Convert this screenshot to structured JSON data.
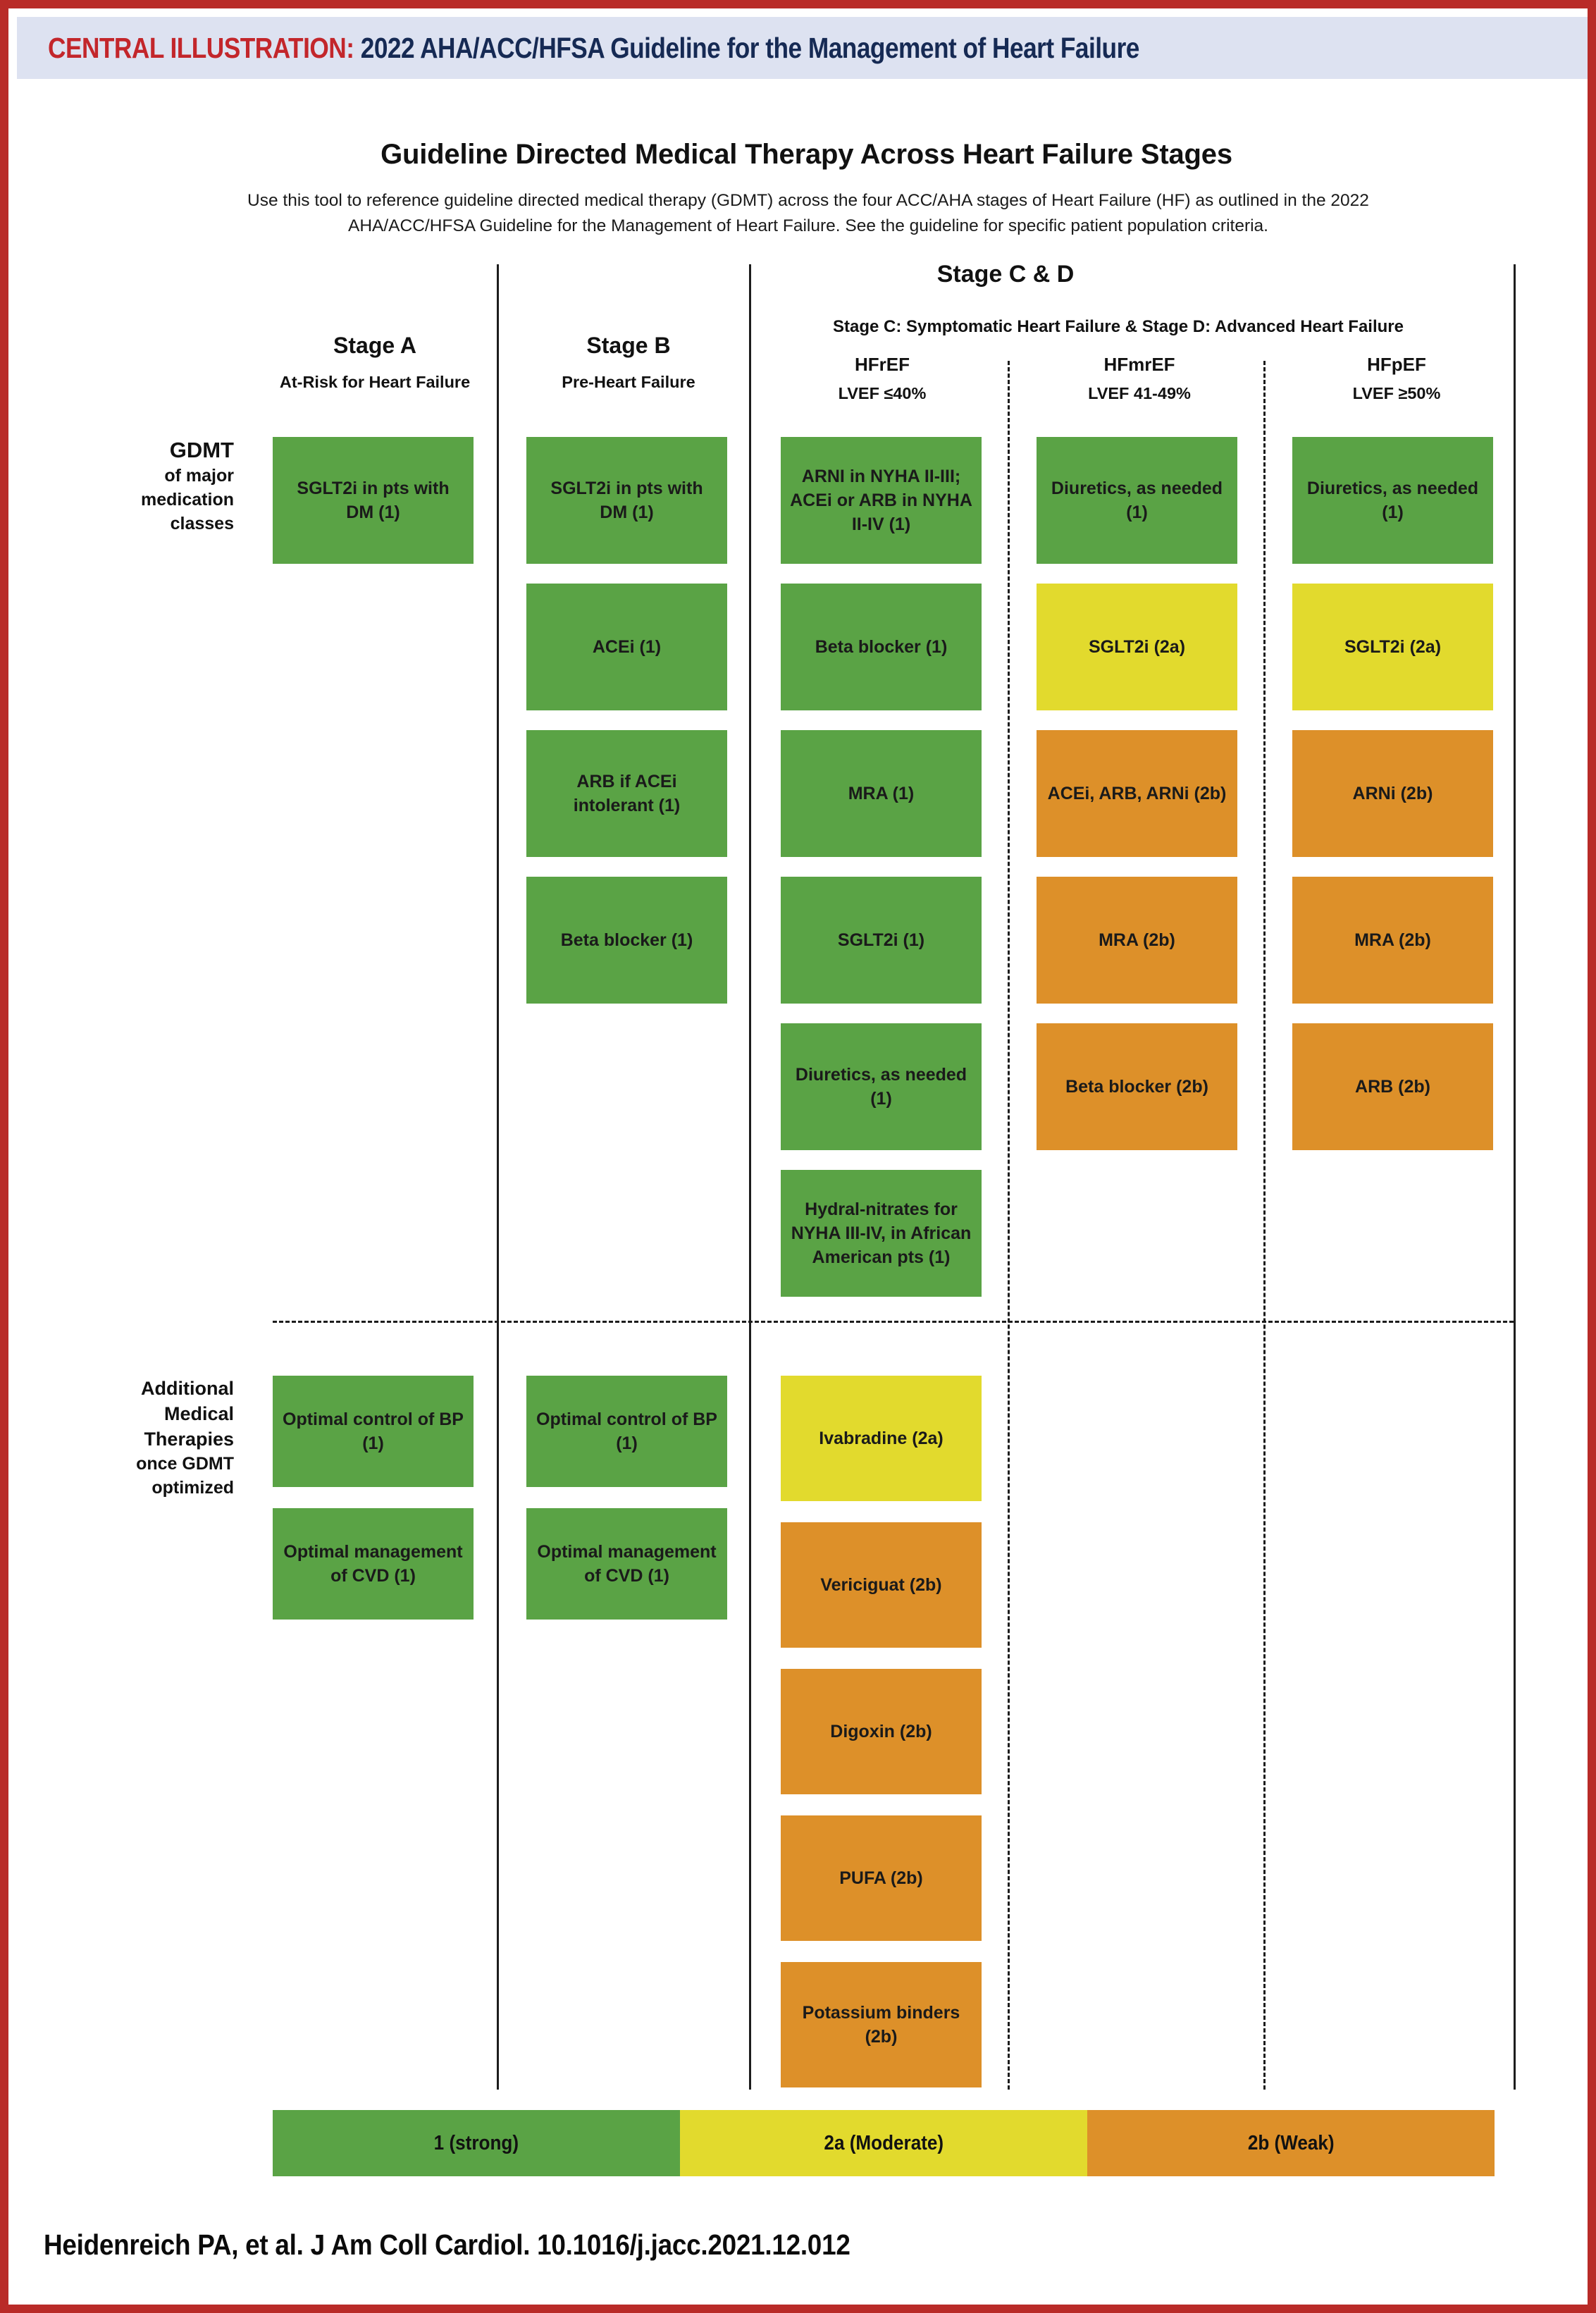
{
  "header": {
    "eyebrow": "CENTRAL ILLUSTRATION:",
    "title": "2022 AHA/ACC/HFSA Guideline for the Management of Heart Failure",
    "band_color": "#dde2f1",
    "eyebrow_color": "#c3262b",
    "title_color": "#162a54",
    "border_color": "#b92b28"
  },
  "main": {
    "title": "Guideline Directed Medical Therapy Across Heart Failure Stages",
    "description_line1": "Use this tool to reference guideline directed medical therapy (GDMT) across the four ACC/AHA stages of Heart Failure (HF) as outlined in the 2022",
    "description_line2": "AHA/ACC/HFSA Guideline for the Management of Heart Failure. See the guideline for specific patient population criteria."
  },
  "columns": {
    "stage_a": {
      "name": "Stage A",
      "sub": "At-Risk for Heart Failure"
    },
    "stage_b": {
      "name": "Stage B",
      "sub": "Pre-Heart Failure"
    },
    "stage_cd": {
      "name": "Stage C & D",
      "sub": "Stage C: Symptomatic Heart Failure & Stage D: Advanced Heart Failure",
      "hfref": {
        "name": "HFrEF",
        "sub": "LVEF ≤40%"
      },
      "hfmref": {
        "name": "HFmrEF",
        "sub": "LVEF 41-49%"
      },
      "hfpef": {
        "name": "HFpEF",
        "sub": "LVEF ≥50%"
      }
    }
  },
  "row_labels": {
    "gdmt": {
      "line1": "GDMT",
      "line2": "of major",
      "line3": "medication",
      "line4": "classes"
    },
    "additional": {
      "line1": "Additional",
      "line2": "Medical",
      "line3": "Therapies",
      "line4": "once GDMT",
      "line5": "optimized"
    }
  },
  "gdmt_rows": {
    "stage_a": [
      {
        "label": "SGLT2i in pts with DM (1)",
        "cor": "1",
        "color": "#5aa345"
      }
    ],
    "stage_b": [
      {
        "label": "SGLT2i in pts with DM (1)",
        "cor": "1",
        "color": "#5aa345"
      },
      {
        "label": "ACEi (1)",
        "cor": "1",
        "color": "#5aa345"
      },
      {
        "label": "ARB if ACEi intolerant (1)",
        "cor": "1",
        "color": "#5aa345"
      },
      {
        "label": "Beta blocker (1)",
        "cor": "1",
        "color": "#5aa345"
      }
    ],
    "hfref": [
      {
        "label": "ARNI in NYHA II-III; ACEi or ARB in NYHA II-IV (1)",
        "cor": "1",
        "color": "#5aa345"
      },
      {
        "label": "Beta blocker (1)",
        "cor": "1",
        "color": "#5aa345"
      },
      {
        "label": "MRA (1)",
        "cor": "1",
        "color": "#5aa345"
      },
      {
        "label": "SGLT2i (1)",
        "cor": "1",
        "color": "#5aa345"
      },
      {
        "label": "Diuretics, as needed (1)",
        "cor": "1",
        "color": "#5aa345"
      },
      {
        "label": "Hydral-nitrates for NYHA III-IV, in African American pts (1)",
        "cor": "1",
        "color": "#5aa345"
      }
    ],
    "hfmref": [
      {
        "label": "Diuretics, as needed (1)",
        "cor": "1",
        "color": "#5aa345"
      },
      {
        "label": "SGLT2i (2a)",
        "cor": "2a",
        "color": "#e2da2d"
      },
      {
        "label": "ACEi, ARB, ARNi (2b)",
        "cor": "2b",
        "color": "#dd9029"
      },
      {
        "label": "MRA (2b)",
        "cor": "2b",
        "color": "#dd9029"
      },
      {
        "label": "Beta blocker (2b)",
        "cor": "2b",
        "color": "#dd9029"
      }
    ],
    "hfpef": [
      {
        "label": "Diuretics, as needed (1)",
        "cor": "1",
        "color": "#5aa345"
      },
      {
        "label": "SGLT2i (2a)",
        "cor": "2a",
        "color": "#e2da2d"
      },
      {
        "label": "ARNi (2b)",
        "cor": "2b",
        "color": "#dd9029"
      },
      {
        "label": "MRA (2b)",
        "cor": "2b",
        "color": "#dd9029"
      },
      {
        "label": "ARB (2b)",
        "cor": "2b",
        "color": "#dd9029"
      }
    ]
  },
  "additional_rows": {
    "stage_a": [
      {
        "label": "Optimal control of BP (1)",
        "cor": "1",
        "color": "#5aa345"
      },
      {
        "label": "Optimal management of CVD (1)",
        "cor": "1",
        "color": "#5aa345"
      }
    ],
    "stage_b": [
      {
        "label": "Optimal control of BP (1)",
        "cor": "1",
        "color": "#5aa345"
      },
      {
        "label": "Optimal management of CVD (1)",
        "cor": "1",
        "color": "#5aa345"
      }
    ],
    "hfref": [
      {
        "label": "Ivabradine (2a)",
        "cor": "2a",
        "color": "#e2da2d"
      },
      {
        "label": "Vericiguat (2b)",
        "cor": "2b",
        "color": "#dd9029"
      },
      {
        "label": "Digoxin (2b)",
        "cor": "2b",
        "color": "#dd9029"
      },
      {
        "label": "PUFA (2b)",
        "cor": "2b",
        "color": "#dd9029"
      },
      {
        "label": "Potassium binders (2b)",
        "cor": "2b",
        "color": "#dd9029"
      }
    ],
    "hfmref": [],
    "hfpef": []
  },
  "legend": [
    {
      "label": "1 (strong)",
      "color": "#5aa345"
    },
    {
      "label": "2a (Moderate)",
      "color": "#e2da2d"
    },
    {
      "label": "2b (Weak)",
      "color": "#dd9029"
    }
  ],
  "footer": {
    "citation": "Heidenreich PA, et al. J Am Coll Cardiol. 10.1016/j.jacc.2021.12.012"
  }
}
